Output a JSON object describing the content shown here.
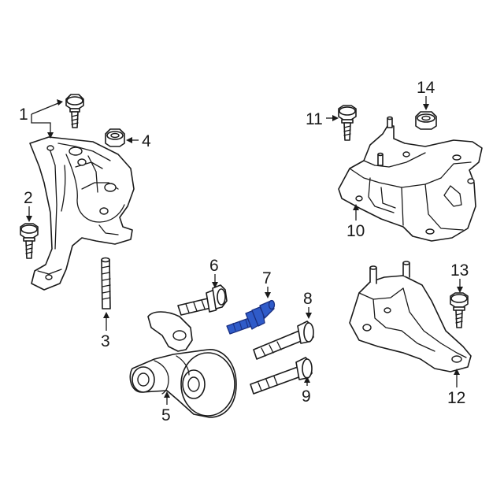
{
  "diagram": {
    "highlight_color": "#2f5bc9",
    "callouts": [
      {
        "id": "1",
        "text": "1"
      },
      {
        "id": "2",
        "text": "2"
      },
      {
        "id": "3",
        "text": "3"
      },
      {
        "id": "4",
        "text": "4"
      },
      {
        "id": "5",
        "text": "5"
      },
      {
        "id": "6",
        "text": "6"
      },
      {
        "id": "7",
        "text": "7"
      },
      {
        "id": "8",
        "text": "8"
      },
      {
        "id": "9",
        "text": "9"
      },
      {
        "id": "10",
        "text": "10"
      },
      {
        "id": "11",
        "text": "11"
      },
      {
        "id": "12",
        "text": "12"
      },
      {
        "id": "13",
        "text": "13"
      },
      {
        "id": "14",
        "text": "14"
      }
    ],
    "highlighted_part": "7"
  }
}
